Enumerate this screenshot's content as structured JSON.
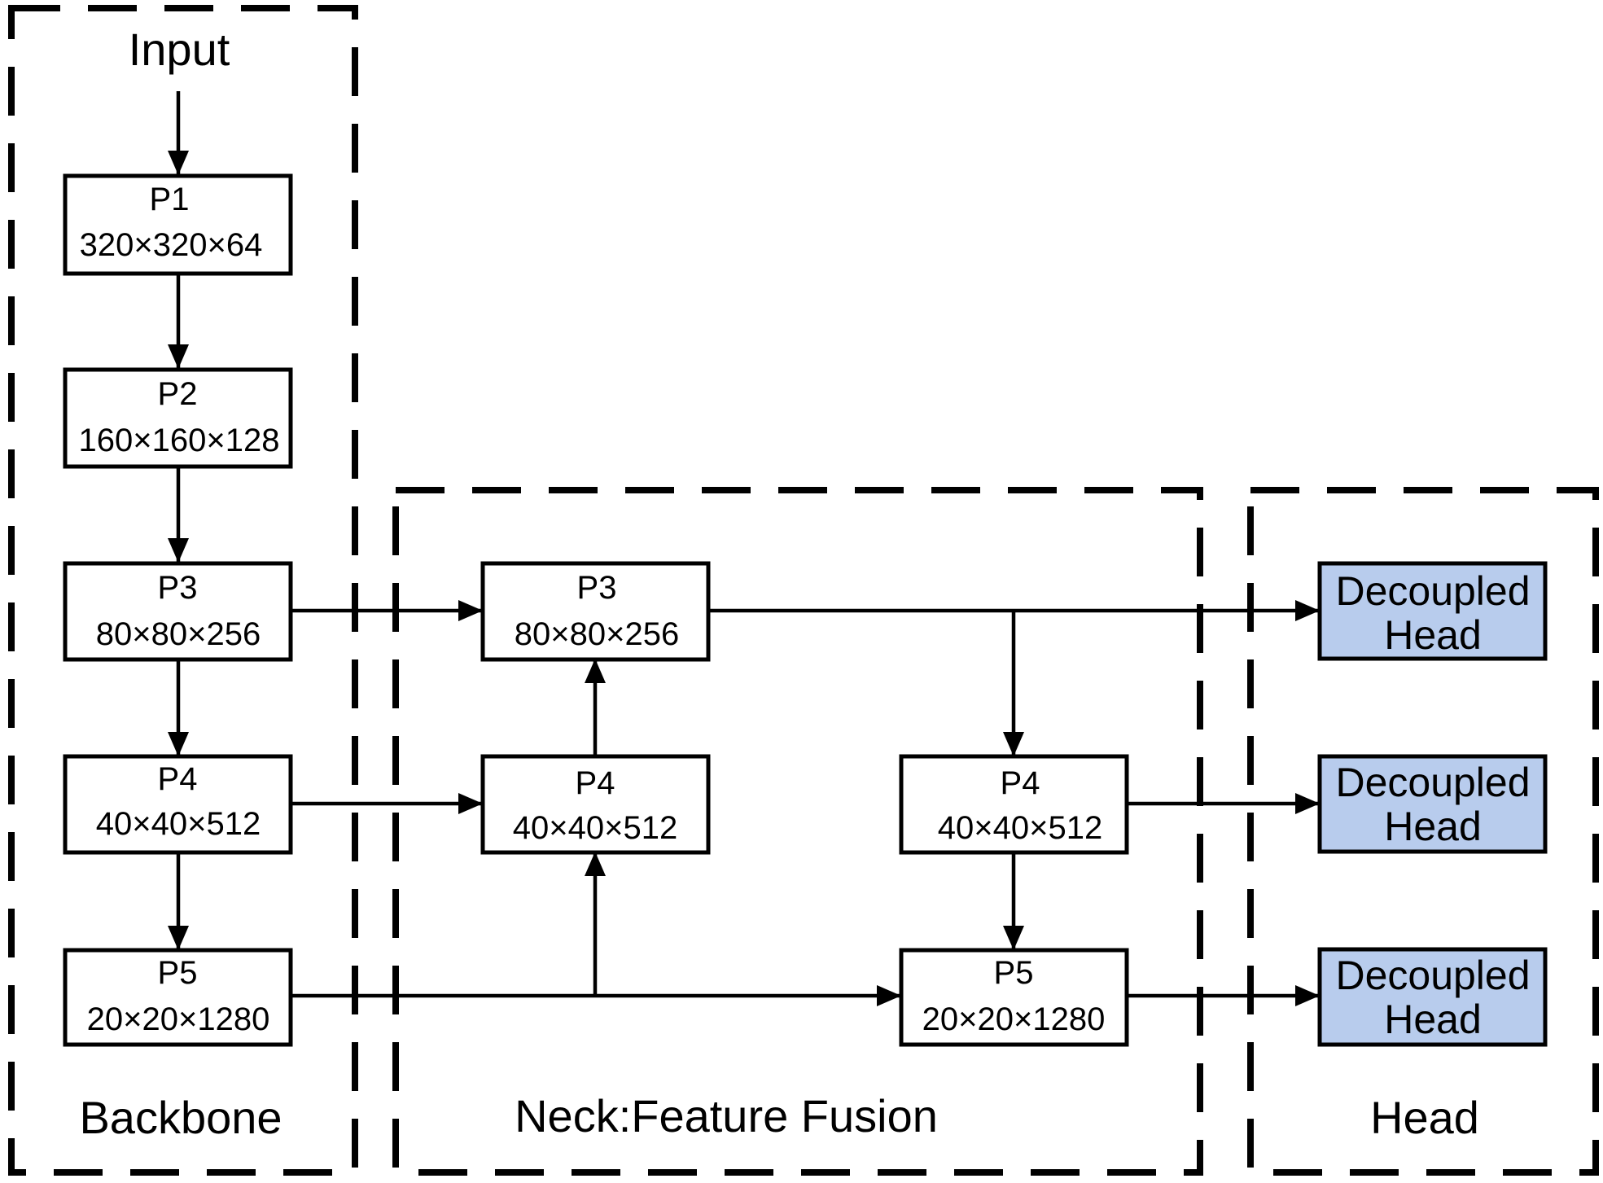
{
  "title": "YOLO-style detector architecture: Backbone, Neck (Feature Fusion), Head",
  "colors": {
    "node_fill": "#ffffff",
    "head_fill": "#b8cced",
    "stroke": "#000000"
  },
  "groups": [
    {
      "id": "backbone",
      "label": "Backbone"
    },
    {
      "id": "neck",
      "label": "Neck:Feature Fusion"
    },
    {
      "id": "head",
      "label": "Head"
    }
  ],
  "input_label": "Input",
  "nodes": {
    "b_p1": {
      "title": "P1",
      "dims": "320×320×64"
    },
    "b_p2": {
      "title": "P2",
      "dims": "160×160×128"
    },
    "b_p3": {
      "title": "P3",
      "dims": "80×80×256"
    },
    "b_p4": {
      "title": "P4",
      "dims": "40×40×512"
    },
    "b_p5": {
      "title": "P5",
      "dims": "20×20×1280"
    },
    "n_p3": {
      "title": "P3",
      "dims": "80×80×256"
    },
    "n_p4a": {
      "title": "P4",
      "dims": "40×40×512"
    },
    "n_p4b": {
      "title": "P4",
      "dims": "40×40×512"
    },
    "n_p5": {
      "title": "P5",
      "dims": "20×20×1280"
    },
    "h1": {
      "line1": "Decoupled",
      "line2": "Head"
    },
    "h2": {
      "line1": "Decoupled",
      "line2": "Head"
    },
    "h3": {
      "line1": "Decoupled",
      "line2": "Head"
    }
  },
  "edges": [
    {
      "from": "input",
      "to": "b_p1"
    },
    {
      "from": "b_p1",
      "to": "b_p2"
    },
    {
      "from": "b_p2",
      "to": "b_p3"
    },
    {
      "from": "b_p3",
      "to": "b_p4"
    },
    {
      "from": "b_p4",
      "to": "b_p5"
    },
    {
      "from": "b_p3",
      "to": "n_p3"
    },
    {
      "from": "b_p4",
      "to": "n_p4a"
    },
    {
      "from": "b_p5",
      "to": "n_p4a"
    },
    {
      "from": "b_p5",
      "to": "n_p5"
    },
    {
      "from": "n_p4a",
      "to": "n_p3"
    },
    {
      "from": "n_p3",
      "to": "n_p4b"
    },
    {
      "from": "n_p4b",
      "to": "n_p5"
    },
    {
      "from": "n_p3",
      "to": "h1"
    },
    {
      "from": "n_p4b",
      "to": "h2"
    },
    {
      "from": "n_p5",
      "to": "h3"
    }
  ]
}
